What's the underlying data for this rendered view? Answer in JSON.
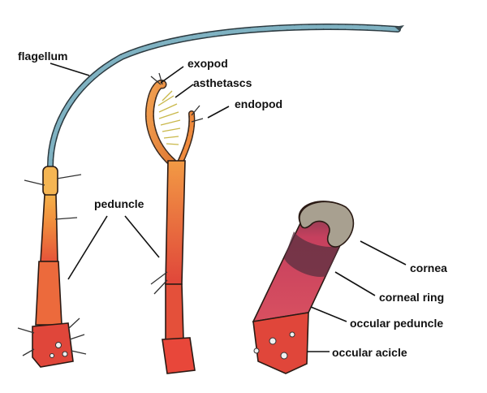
{
  "labels": {
    "flagellum": "flagellum",
    "exopod": "exopod",
    "asthetascs": "asthetascs",
    "endopod": "endopod",
    "peduncle": "peduncle",
    "cornea": "cornea",
    "corneal_ring": "corneal ring",
    "occular_peduncle": "occular peduncle",
    "occular_acicle": "occular acicle"
  },
  "colors": {
    "peduncle_red": "#e0463a",
    "peduncle_orange": "#f08a3c",
    "flagellum_blue": "#5f8fa0",
    "cornea_gray": "#a8a090",
    "corneal_ring_dark": "#5a3040",
    "eye_stalk_pink": "#d0406a"
  }
}
